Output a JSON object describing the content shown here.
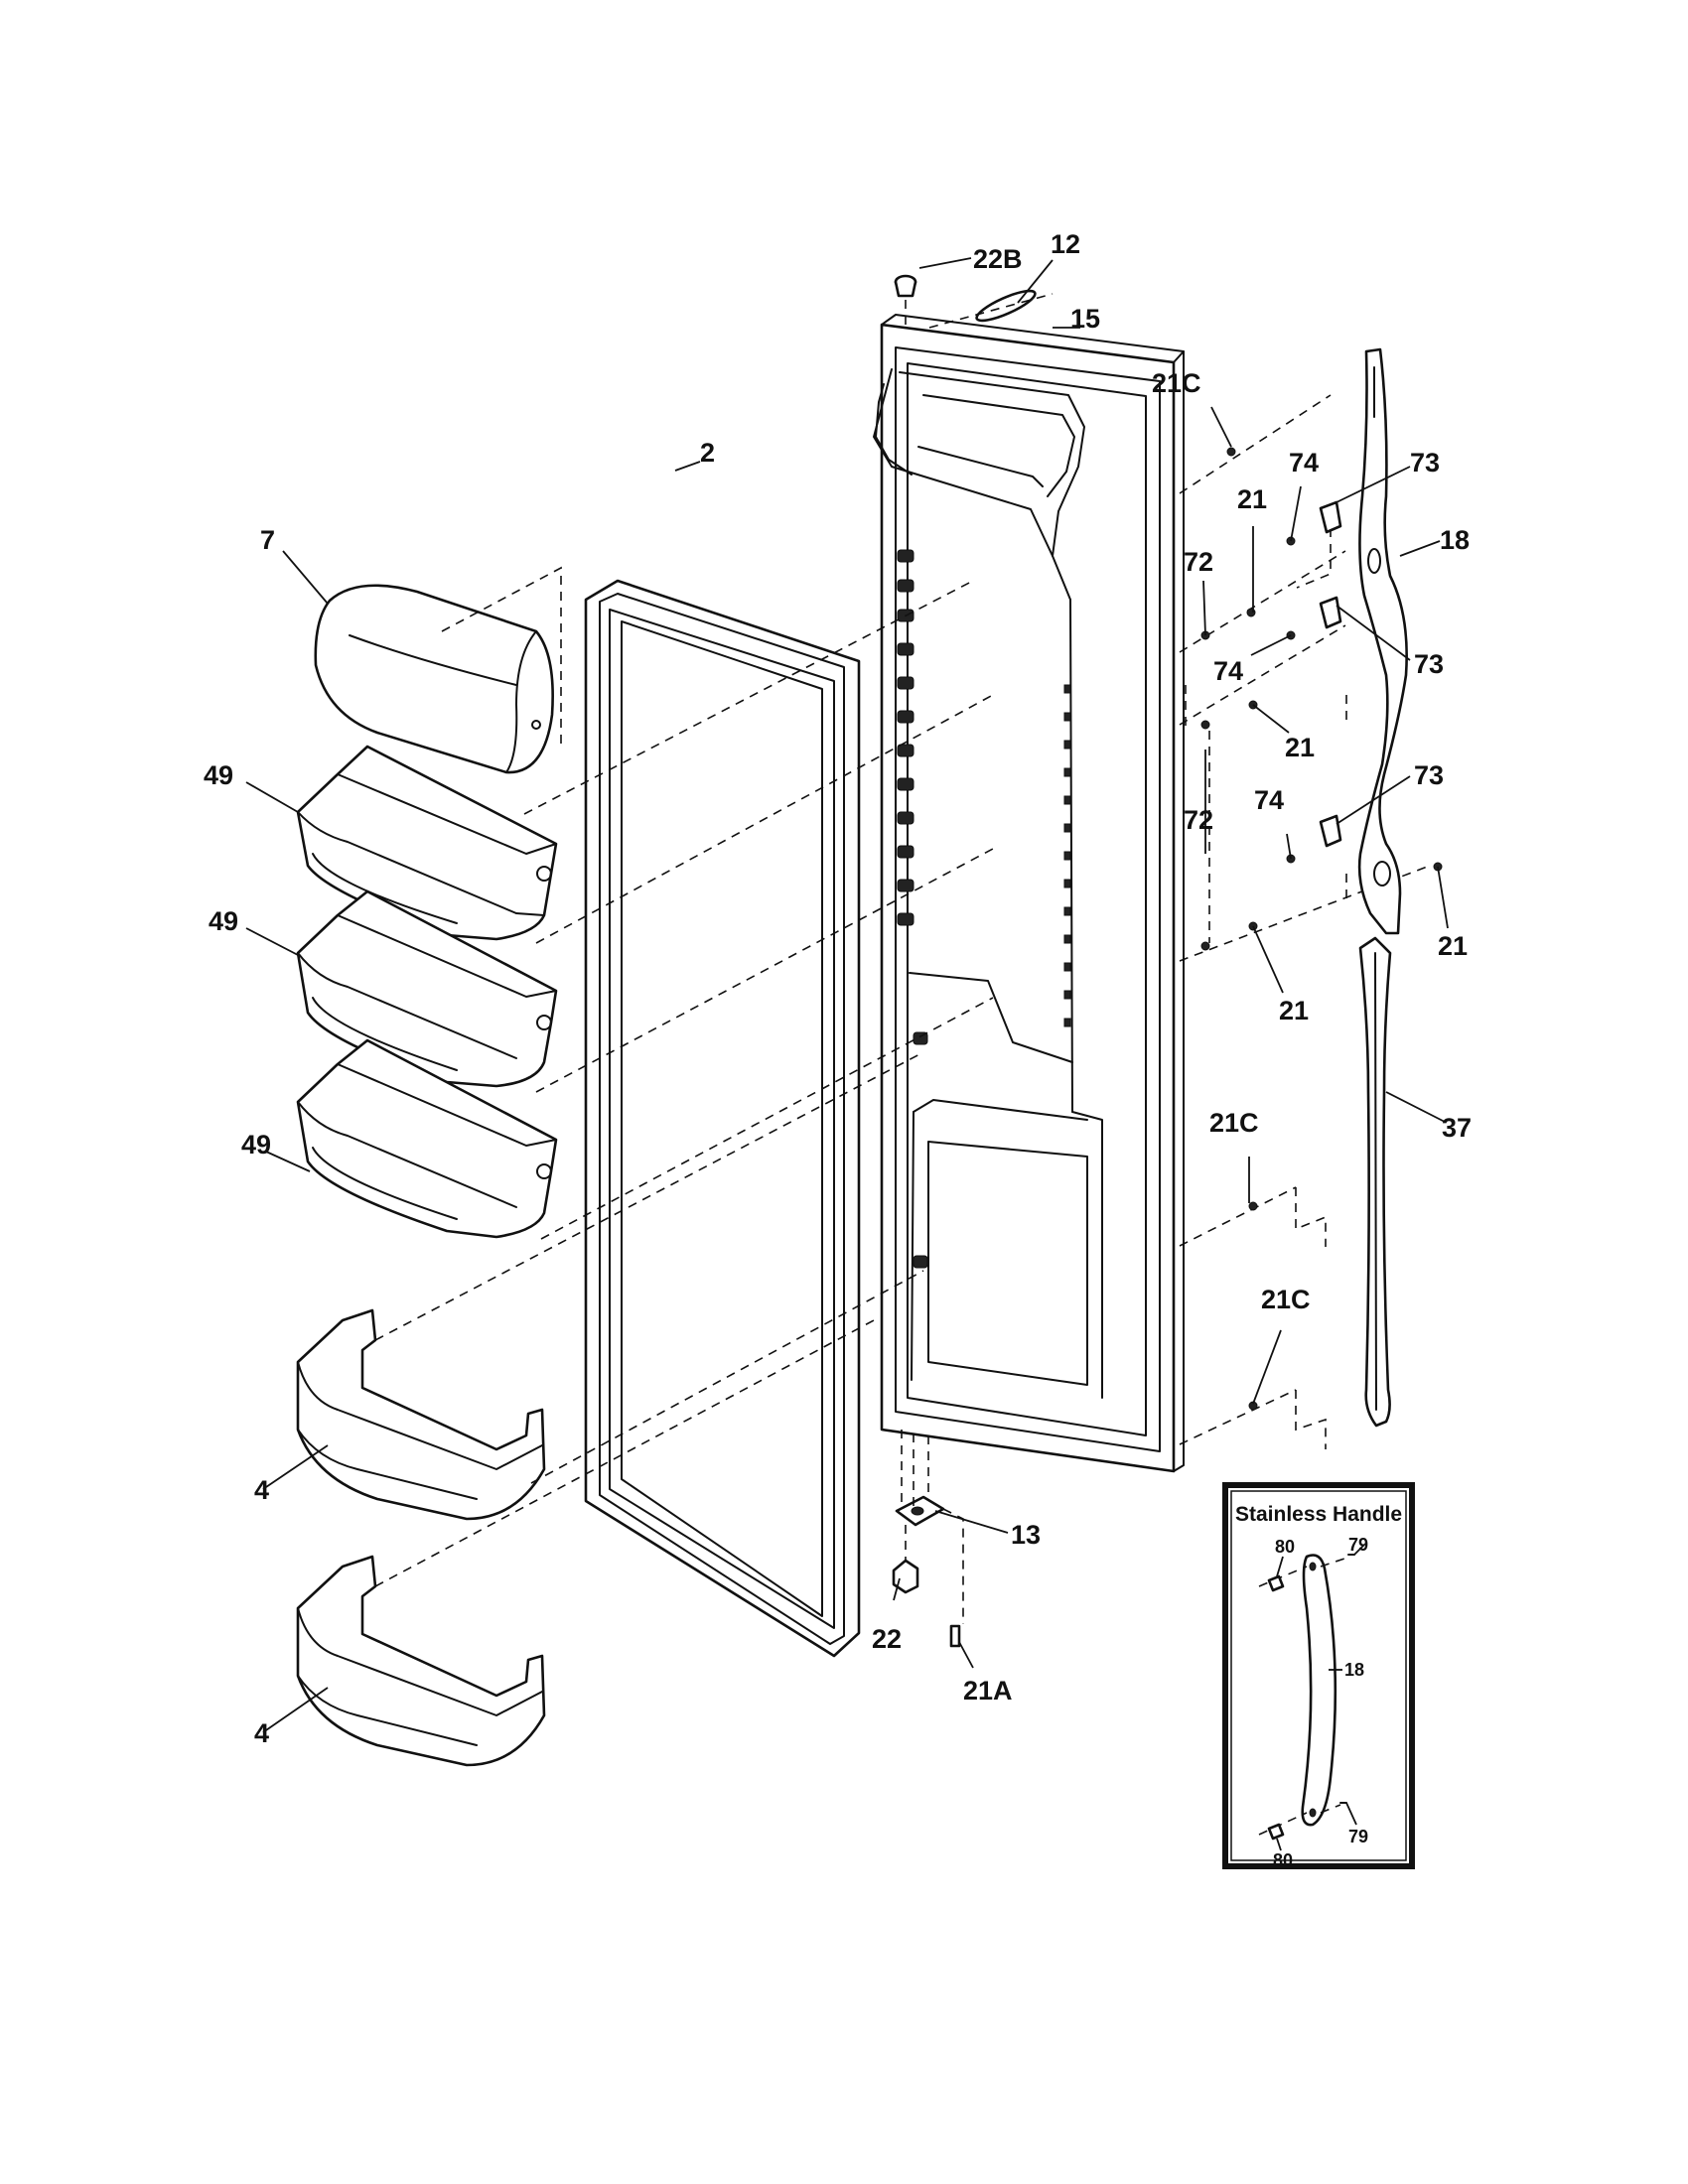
{
  "callouts": {
    "c22B": "22B",
    "c12": "12",
    "c15": "15",
    "c2": "2",
    "c7": "7",
    "c49a": "49",
    "c49b": "49",
    "c49c": "49",
    "c4a": "4",
    "c4b": "4",
    "c21C_top": "21C",
    "c74a": "74",
    "c73a": "73",
    "c18": "18",
    "c21a": "21",
    "c72a": "72",
    "c74b": "74",
    "c73b": "73",
    "c21b": "21",
    "c72b": "72",
    "c74c": "74",
    "c73c": "73",
    "c21c": "21",
    "c21d": "21",
    "c37": "37",
    "c21C_mid": "21C",
    "c21C_low": "21C",
    "c13": "13",
    "c22": "22",
    "c21A": "21A"
  },
  "inset": {
    "title": "Stainless Handle",
    "c80_top": "80",
    "c79_top": "79",
    "c18": "18",
    "c80_bot": "80",
    "c79_bot": "79"
  }
}
